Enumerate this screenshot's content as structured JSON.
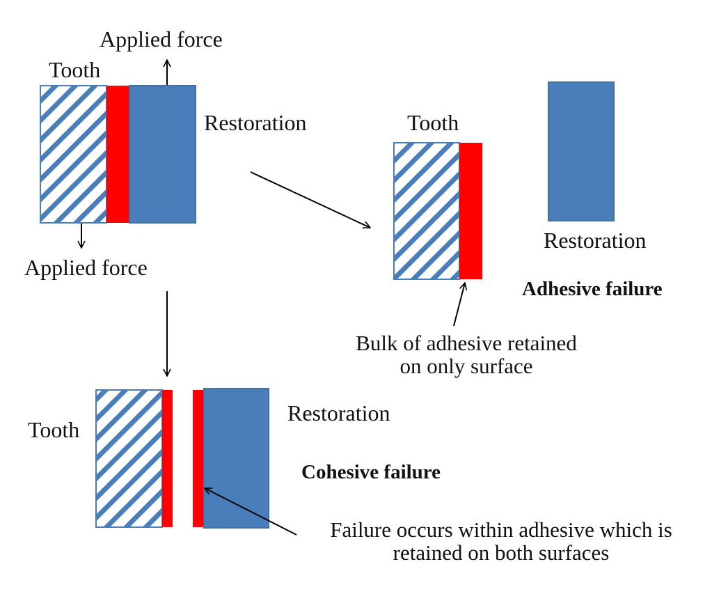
{
  "colors": {
    "restoration": "#4a7ebb",
    "adhesive": "#ff0000",
    "hatch": "#4a7ebb",
    "border": "#4a7ebb",
    "arrow": "#000000"
  },
  "initial": {
    "tooth_label": "Tooth",
    "restoration_label": "Restoration",
    "force_top_label": "Applied force",
    "force_bottom_label": "Applied force"
  },
  "adhesive_failure": {
    "tooth_label": "Tooth",
    "restoration_label": "Restoration",
    "title": "Adhesive failure",
    "note_line1": "Bulk of adhesive retained",
    "note_line2": "on only surface"
  },
  "cohesive_failure": {
    "tooth_label": "Tooth",
    "restoration_label": "Restoration",
    "title": "Cohesive failure",
    "note_line1": "Failure occurs within adhesive which is",
    "note_line2": "retained on both surfaces"
  }
}
